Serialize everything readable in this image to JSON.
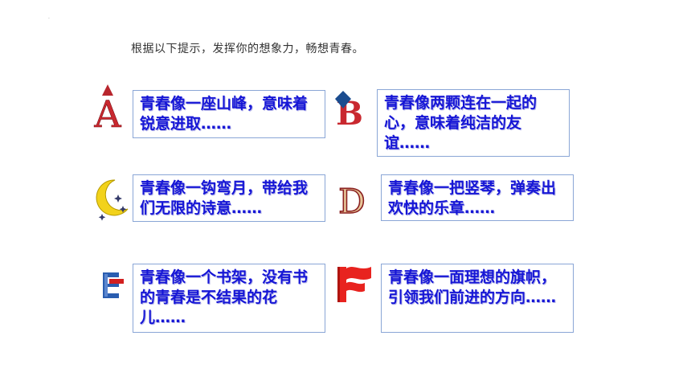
{
  "prompt": "根据以下提示，发挥你的想象力，畅想青春。",
  "cards": [
    {
      "icon": "letter-a-icon",
      "text": "青春像一座山峰，意味着锐意进取……"
    },
    {
      "icon": "letter-b-icon",
      "text": "青春像两颗连在一起的心，意味着纯洁的友谊……"
    },
    {
      "icon": "letter-c-moon-icon",
      "text": "青春像一钩弯月，带给我们无限的诗意……"
    },
    {
      "icon": "letter-d-icon",
      "text": "青春像一把竖琴，弹奏出欢快的乐章……"
    },
    {
      "icon": "letter-e-icon",
      "text": "青春像一个书架，没有书的青春是不结果的花儿……"
    },
    {
      "icon": "letter-f-icon",
      "text": "青春像一面理想的旗帜，引领我们前进的方向……"
    }
  ],
  "colors": {
    "card_text": "#1616d6",
    "card_border": "#8aa6d6"
  }
}
